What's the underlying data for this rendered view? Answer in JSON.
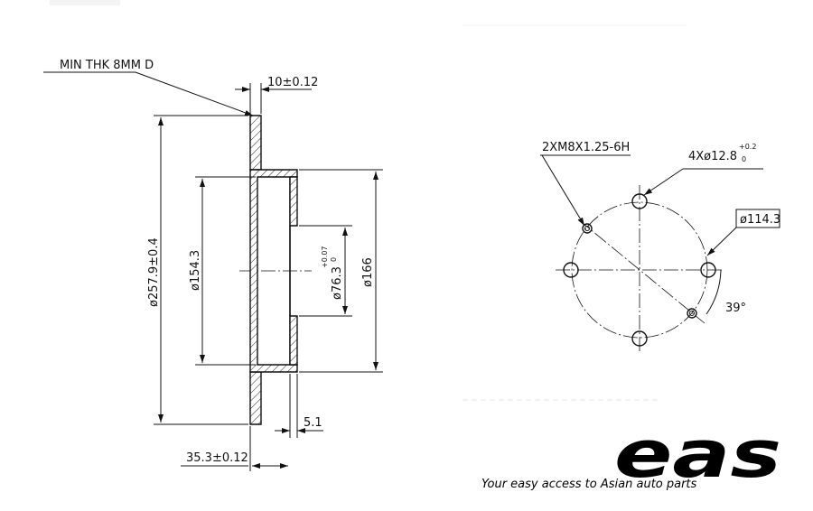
{
  "side_view": {
    "min_thk_note": "MIN THK 8MM D",
    "thickness": "10±0.12",
    "outer_diameter": "ø257.9±0.4",
    "hat_diameter": "ø154.3",
    "bore_diameter": "ø76.3",
    "bore_tol_upper": "+0.07",
    "bore_tol_lower": "0",
    "pcd_face_diameter": "ø166",
    "hat_thickness": "5.1",
    "overall_height": "35.3±0.12"
  },
  "front_view": {
    "thread_holes": "2XM8X1.25-6H",
    "bolt_holes": "4Xø12.8",
    "bolt_tol_upper": "+0.2",
    "bolt_tol_lower": "0",
    "pcd": "ø114.3",
    "angle": "39°"
  },
  "logo": {
    "brand": "eas",
    "tagline": "Your easy access to Asian auto parts"
  }
}
